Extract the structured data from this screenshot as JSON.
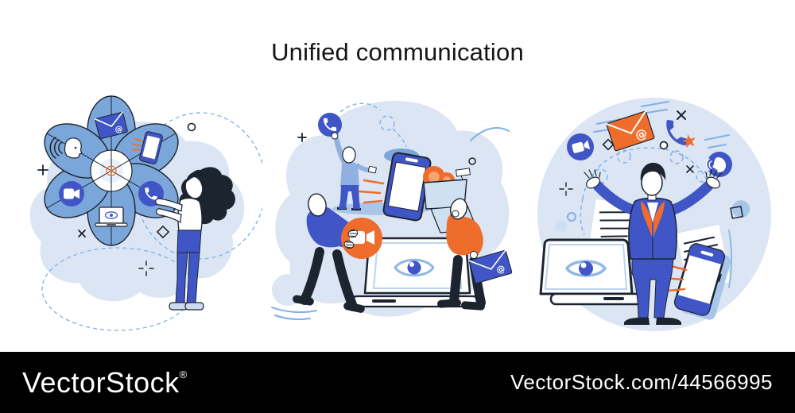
{
  "title": "Unified communication",
  "watermark": {
    "brand": "VectorStock",
    "reg": "®",
    "url": "VectorStock.com/44566995"
  },
  "glyphs": {
    "at": "@"
  },
  "colors": {
    "ink": "#1c2430",
    "royal_blue": "#4055c6",
    "petal_blue": "#7ba6d9",
    "light_blob": "#dbe5f3",
    "mid_blue": "#a9c6e8",
    "sky_line": "#7fb0e8",
    "pale_inner": "#bcd4ee",
    "eye_blue": "#8fb8e8",
    "orange": "#ee6d2d",
    "orange_light": "#f6a571",
    "figure_light_blue": "#8fb0e0",
    "panel_blue": "#cfe0f2",
    "shoe_grey": "#cdd9ec",
    "black_bar": "#000000"
  },
  "scenes": [
    {
      "id": "flower-hub",
      "figure": "woman",
      "icons": [
        "email-icon",
        "voice-chat-icon",
        "smartphone-icon",
        "video-call-icon",
        "phone-call-icon",
        "laptop-eye-icon",
        "target-icon"
      ]
    },
    {
      "id": "team-devices",
      "figures": [
        "presenter",
        "video-call-man",
        "email-man"
      ],
      "icons": [
        "phone-call-icon",
        "smartphone-icon",
        "megaphone-coins-icon",
        "video-camera-icon",
        "laptop-eye-icon",
        "email-icon"
      ]
    },
    {
      "id": "channel-juggler",
      "figure": "businessman",
      "icons": [
        "email-icon",
        "phone-star-icon",
        "camera-icon",
        "voice-chat-icon",
        "laptop-eye-icon",
        "smartphone-icon",
        "documents-icon"
      ]
    }
  ]
}
